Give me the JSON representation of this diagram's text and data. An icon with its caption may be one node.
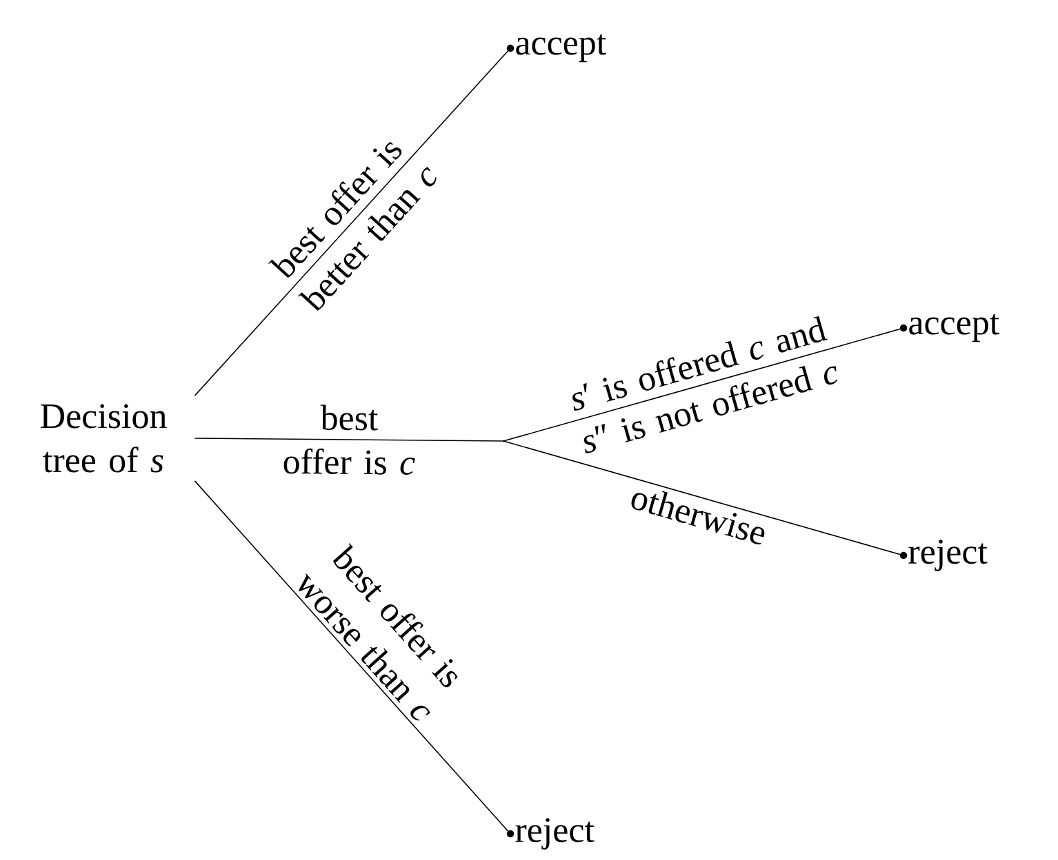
{
  "diagram": {
    "nodes": [
      {
        "text": [
          "Decision tree of *s*"
        ]
      },
      {
        "text": [
          "accept"
        ]
      },
      {
        "text": [],
        "shape": "point"
      },
      {
        "text": [
          "accept"
        ]
      },
      {
        "text": [
          "reject"
        ]
      },
      {
        "text": [
          "reject"
        ]
      }
    ],
    "edges": [
      {
        "from": 0,
        "to": 1,
        "arrow": "none",
        "label": "best offer is better than *c*"
      },
      {
        "from": 0,
        "to": 2,
        "arrow": "none",
        "label": "best offer is *c*"
      },
      {
        "from": 2,
        "to": 3,
        "arrow": "none",
        "label": "*s*′ is offered *c* and *s*″ is not offered *c*"
      },
      {
        "from": 2,
        "to": 4,
        "arrow": "none",
        "label": "otherwise"
      },
      {
        "from": 0,
        "to": 5,
        "arrow": "none",
        "label": "best offer is worse than *c*"
      }
    ]
  }
}
